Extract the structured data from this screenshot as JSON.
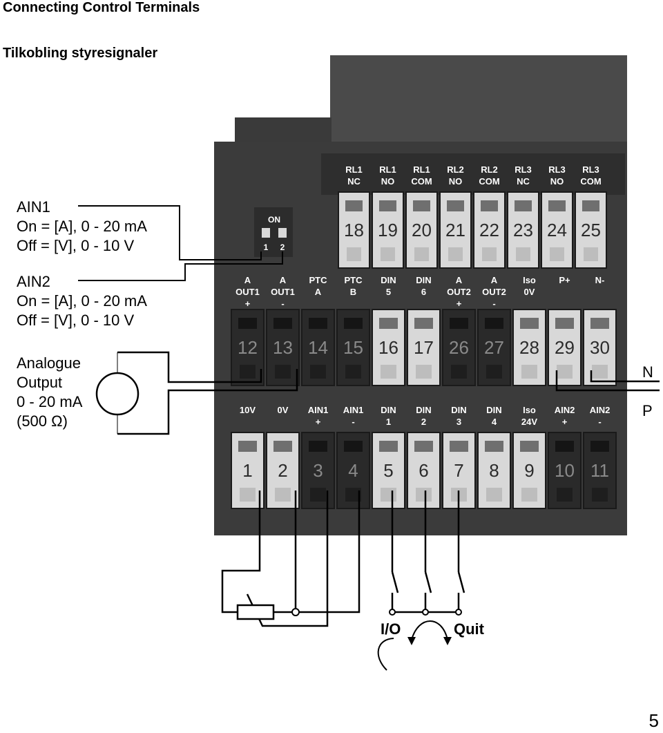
{
  "header": {
    "title": "Connecting Control Terminals",
    "subtitle": "Tilkobling styresignaler"
  },
  "notes": {
    "ain1": [
      "AIN1",
      "On = [A], 0 - 20 mA",
      "Off = [V], 0 - 10 V"
    ],
    "ain2": [
      "AIN2",
      "On = [A], 0 - 20 mA",
      "Off = [V], 0 - 10 V"
    ],
    "analogue": [
      "Analogue",
      "Output",
      "0 - 20 mA",
      "(500 Ω)"
    ]
  },
  "dip_switch": {
    "label": "ON",
    "positions": [
      "1",
      "2"
    ]
  },
  "relay_row": {
    "labels": [
      [
        "RL1",
        "NC"
      ],
      [
        "RL1",
        "NO"
      ],
      [
        "RL1",
        "COM"
      ],
      [
        "RL2",
        "NO"
      ],
      [
        "RL2",
        "COM"
      ],
      [
        "RL3",
        "NC"
      ],
      [
        "RL3",
        "NO"
      ],
      [
        "RL3",
        "COM"
      ]
    ],
    "numbers": [
      "18",
      "19",
      "20",
      "21",
      "22",
      "23",
      "24",
      "25"
    ]
  },
  "middle_row": {
    "labels": [
      [
        "A",
        "OUT1",
        "+"
      ],
      [
        "A",
        "OUT1",
        "-"
      ],
      [
        "PTC",
        "A",
        ""
      ],
      [
        "PTC",
        "B",
        ""
      ],
      [
        "DIN",
        "5",
        ""
      ],
      [
        "DIN",
        "6",
        ""
      ],
      [
        "A",
        "OUT2",
        "+"
      ],
      [
        "A",
        "OUT2",
        "-"
      ],
      [
        "Iso",
        "0V",
        ""
      ],
      [
        "P+",
        "",
        ""
      ],
      [
        "N-",
        "",
        ""
      ]
    ],
    "numbers": [
      "12",
      "13",
      "14",
      "15",
      "16",
      "17",
      "26",
      "27",
      "28",
      "29",
      "30"
    ]
  },
  "bottom_row": {
    "labels": [
      [
        "10V",
        "",
        ""
      ],
      [
        "0V",
        "",
        ""
      ],
      [
        "AIN1",
        "+",
        ""
      ],
      [
        "AIN1",
        "-",
        ""
      ],
      [
        "DIN",
        "1",
        ""
      ],
      [
        "DIN",
        "2",
        ""
      ],
      [
        "DIN",
        "3",
        ""
      ],
      [
        "DIN",
        "4",
        ""
      ],
      [
        "Iso",
        "24V",
        ""
      ],
      [
        "AIN2",
        "+",
        ""
      ],
      [
        "AIN2",
        "-",
        ""
      ]
    ],
    "numbers": [
      "1",
      "2",
      "3",
      "4",
      "5",
      "6",
      "7",
      "8",
      "9",
      "10",
      "11"
    ]
  },
  "bus": {
    "n": "N",
    "p": "P"
  },
  "controls": {
    "io": "I/O",
    "quit": "Quit"
  },
  "page_number": "5"
}
